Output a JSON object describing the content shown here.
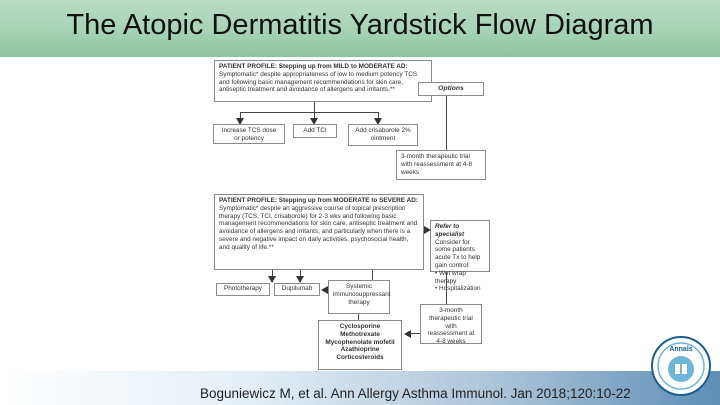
{
  "slide": {
    "title": "The Atopic Dermatitis Yardstick Flow Diagram",
    "citation": "Boguniewicz M, et al. Ann Allergy Asthma Immunol. Jan 2018;120:10-22"
  },
  "diagram": {
    "profile1": {
      "heading": "PATIENT PROFILE: Stepping up from MILD to MODERATE AD:",
      "body": "Symptomatic* despite appropriateness of low to medium potency TCS and following basic management recommendations for skin care, antiseptic treatment and avoidance of allergens and irritants.**"
    },
    "options_label": "Options",
    "option_a": "Increase TCS dose or potency",
    "option_b": "Add TCI",
    "option_c": "Add crisaborole 2% ointment",
    "trial1": "3-month therapeutic trial with reassessment at 4-8 weeks",
    "profile2": {
      "heading": "PATIENT PROFILE: Stepping up from MODERATE to SEVERE AD:",
      "body": "Symptomatic* despite an aggressive course of topical prescription therapy (TCS, TCI, crisaborole) for 2-3 wks and following basic management recommendations for skin care, antiseptic treatment and avoidance of allergens and irritants, and particularly when there is a severe and negative impact on daily activities, psychosocial health, and quality of life.**"
    },
    "refer": {
      "heading": "Refer to specialist",
      "body": "Consider for some patients acute Tx to help gain control:",
      "items": [
        "• Wet wrap therapy",
        "• Hospitalization"
      ]
    },
    "phototherapy": "Phototherapy",
    "dupilumab": "Dupilumab",
    "systemic": "Systemic immunosuppressant therapy",
    "drugs": [
      "Cyclosporine",
      "Methotrexate",
      "Mycophenolate mofetil",
      "Azathioprine",
      "Corticosteroids"
    ],
    "trial2": "3-month therapeutic trial with reassessment at 4-8 weeks"
  },
  "logo": {
    "text": "Annals",
    "colors": {
      "primary": "#1c5f8f",
      "accent": "#6fb7d9"
    }
  }
}
